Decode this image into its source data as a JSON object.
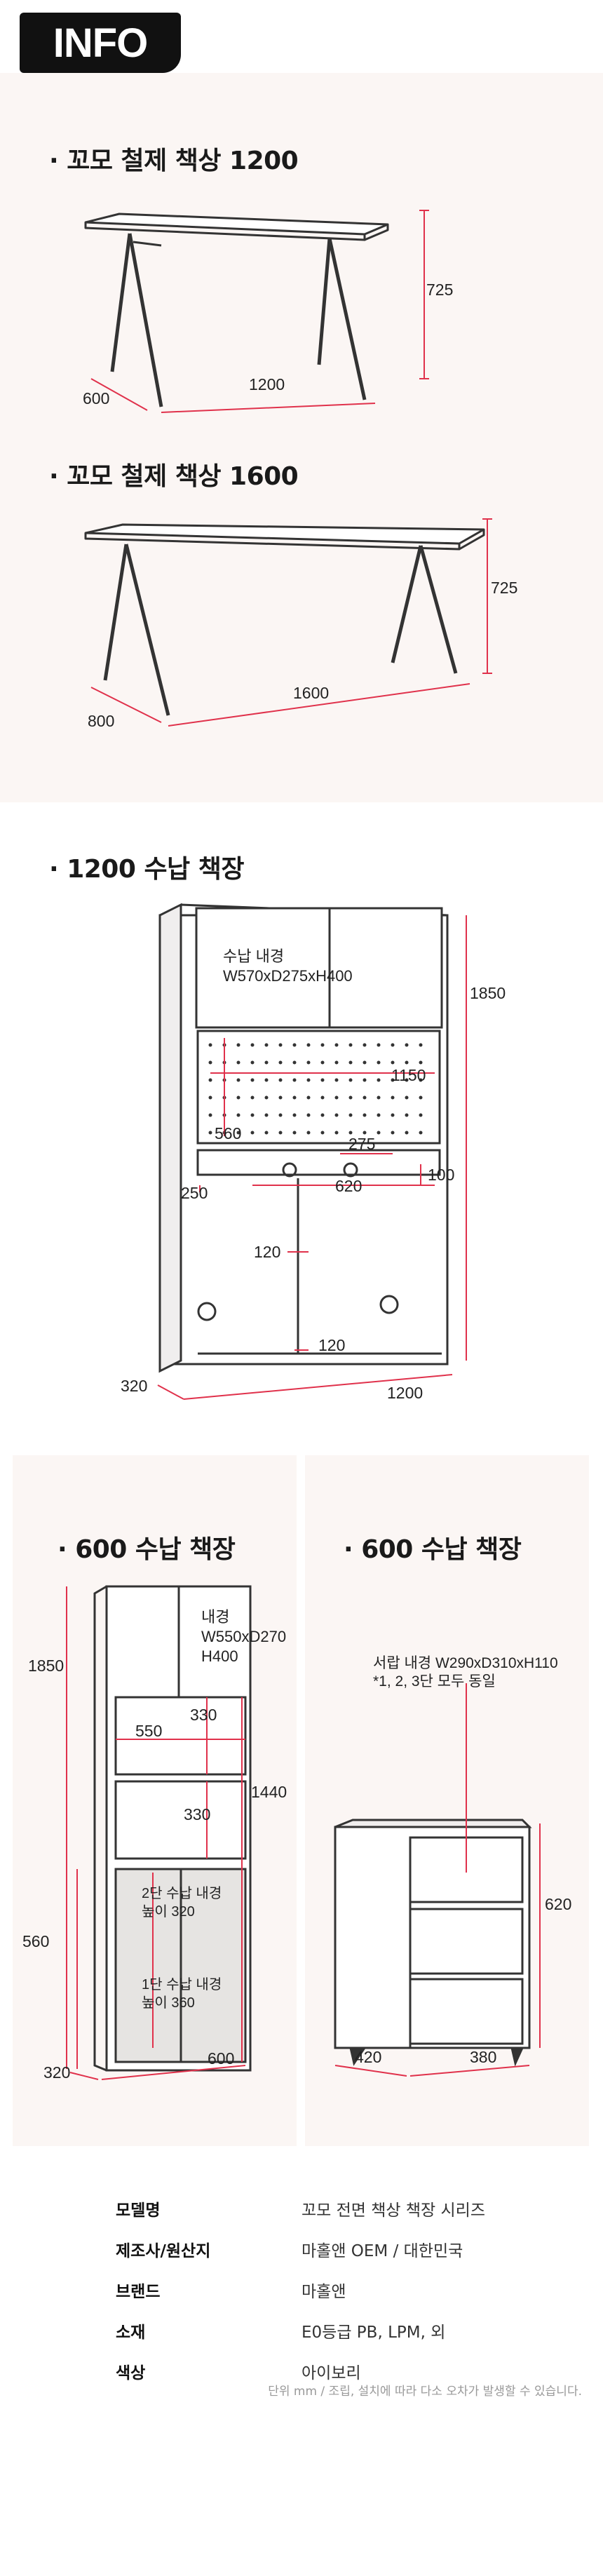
{
  "header": {
    "badge": "INFO"
  },
  "desk1200": {
    "title": "· 꼬모 철제 책상 1200",
    "height": "725",
    "width": "1200",
    "depth": "600"
  },
  "desk1600": {
    "title": "· 꼬모 철제 책상 1600",
    "height": "725",
    "width": "1600",
    "depth": "800"
  },
  "shelf1200": {
    "title": "· 1200 수납 책장",
    "inner_label": "수납 내경",
    "inner_size": "W570xD275xH400",
    "height": "1850",
    "pegboard_width": "1150",
    "peg_height": "560",
    "shelf_depth": "275",
    "shelf_width": "620",
    "drawer_height": "100",
    "side_depth": "250",
    "gap_left": "120",
    "gap_bottom": "120",
    "depth": "320",
    "width": "1200"
  },
  "shelf600": {
    "title": "· 600 수납 책장",
    "inner_label": "내경",
    "inner_w": "W550xD270",
    "inner_h": "H400",
    "height": "1850",
    "width_inner": "550",
    "shelf_gap_1": "330",
    "shelf_gap_2": "330",
    "upper_height": "1440",
    "lower_height": "560",
    "tier2_label": "2단 수납 내경",
    "tier2_height": "높이 320",
    "tier1_label": "1단 수납 내경",
    "tier1_height": "높이 360",
    "depth": "320",
    "width": "600"
  },
  "drawer600": {
    "title": "· 600 수납 책장",
    "note_line1": "서랍 내경 W290xD310xH110",
    "note_line2": "*1, 2, 3단 모두 동일",
    "height": "620",
    "depth": "420",
    "width": "380"
  },
  "spec": {
    "rows": [
      {
        "label": "모델명",
        "value": "꼬모 전면 책상 책장 시리즈"
      },
      {
        "label": "제조사/원산지",
        "value": "마홀앤 OEM / 대한민국"
      },
      {
        "label": "브랜드",
        "value": "마홀앤"
      },
      {
        "label": "소재",
        "value": "E0등급 PB, LPM, 외"
      },
      {
        "label": "색상",
        "value": "아이보리"
      }
    ],
    "footnote": "단위 mm / 조립, 설치에 따라 다소 오차가 발생할 수 있습니다."
  },
  "colors": {
    "accent": "#e0314b",
    "line": "#333333",
    "panel": "#fbf6f4"
  }
}
